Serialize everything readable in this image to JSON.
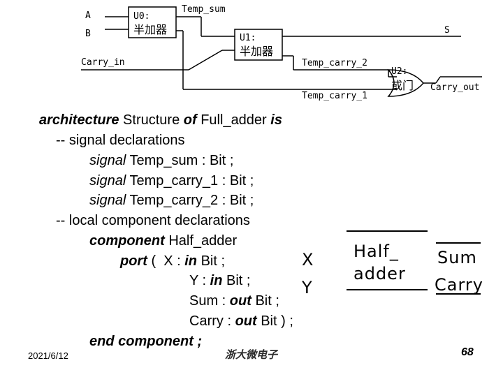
{
  "circuit": {
    "input_a": "A",
    "input_b": "B",
    "carry_in": "Carry_in",
    "u0_name": "U0:",
    "u0_type": "半加器",
    "u1_name": "U1:",
    "u1_type": "半加器",
    "u2_name": "U2:",
    "u2_type": "或门",
    "temp_sum": "Temp_sum",
    "output_s": "S",
    "temp_carry_2": "Temp_carry_2",
    "temp_carry_1": "Temp_carry_1",
    "carry_out": "Carry_out"
  },
  "code": {
    "l1_kw1": "architecture",
    "l1_t1": " Structure ",
    "l1_kw2": "of",
    "l1_t2": " Full_adder ",
    "l1_kw3": "is",
    "l2": "-- signal declarations",
    "l3_kw": "signal",
    "l3_t": " Temp_sum : Bit ;",
    "l4_kw": "signal",
    "l4_t": " Temp_carry_1 : Bit ;",
    "l5_kw": "signal",
    "l5_t": " Temp_carry_2 : Bit ;",
    "l6": "-- local component declarations",
    "l7_kw": "component",
    "l7_t": " Half_adder",
    "l8_kw": "port",
    "l8_t1": " (  X : ",
    "l8_kw2": "in",
    "l8_t2": " Bit ;",
    "l9_t1": "Y : ",
    "l9_kw": "in",
    "l9_t2": " Bit ;",
    "l10_t1": "Sum : ",
    "l10_kw": "out",
    "l10_t2": " Bit ;",
    "l11_t1": "Carry : ",
    "l11_kw": "out",
    "l11_t2": " Bit ) ;",
    "l12_kw": "end component ;"
  },
  "symbol": {
    "x": "X",
    "y": "Y",
    "half_line1": "Half_",
    "half_line2": "adder",
    "sum": "Sum",
    "carry": "Carry"
  },
  "footer": {
    "date": "2021/6/12",
    "logo": "浙大微电子",
    "page": "68"
  }
}
